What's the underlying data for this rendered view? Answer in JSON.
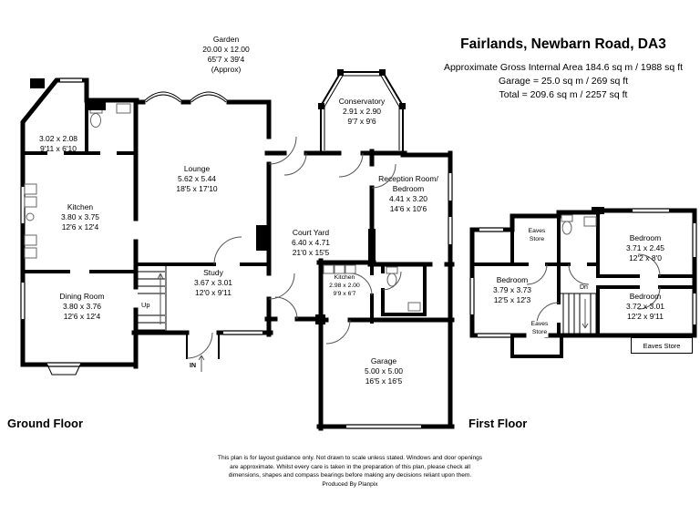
{
  "header": {
    "title": "Fairlands, Newbarn Road, DA3",
    "area_line1": "Approximate Gross Internal Area 184.6 sq m / 1988 sq ft",
    "area_line2": "Garage = 25.0 sq m / 269 sq ft",
    "area_line3": "Total = 209.6 sq m / 2257 sq ft"
  },
  "garden": {
    "name": "Garden",
    "dim_m": "20.00 x 12.00",
    "dim_ft": "65'7 x 39'4",
    "approx": "(Approx)"
  },
  "ground_floor": {
    "label": "Ground Floor",
    "rooms": {
      "store": {
        "dim_m": "3.02 x 2.08",
        "dim_ft": "9'11 x 6'10"
      },
      "kitchen": {
        "name": "Kitchen",
        "dim_m": "3.80 x 3.75",
        "dim_ft": "12'6 x 12'4"
      },
      "lounge": {
        "name": "Lounge",
        "dim_m": "5.62 x 5.44",
        "dim_ft": "18'5 x 17'10"
      },
      "conservatory": {
        "name": "Conservatory",
        "dim_m": "2.91 x 2.90",
        "dim_ft": "9'7 x 9'6"
      },
      "reception": {
        "name_line1": "Reception Room/",
        "name_line2": "Bedroom",
        "dim_m": "4.41 x 3.20",
        "dim_ft": "14'6 x 10'6"
      },
      "courtyard": {
        "name": "Court Yard",
        "dim_m": "6.40 x 4.71",
        "dim_ft": "21'0 x 15'5"
      },
      "study": {
        "name": "Study",
        "dim_m": "3.67 x 3.01",
        "dim_ft": "12'0 x 9'11"
      },
      "dining": {
        "name": "Dining Room",
        "dim_m": "3.80 x 3.76",
        "dim_ft": "12'6 x 12'4"
      },
      "kitchen_small": {
        "name": "Kitchen",
        "dim_m": "2.98 x 2.00",
        "dim_ft": "9'9 x 6'7"
      },
      "garage": {
        "name": "Garage",
        "dim_m": "5.00 x 5.00",
        "dim_ft": "16'5 x 16'5"
      }
    },
    "annotations": {
      "up": "Up",
      "in": "IN"
    }
  },
  "first_floor": {
    "label": "First Floor",
    "rooms": {
      "eaves_store_top": {
        "line1": "Eaves",
        "line2": "Store"
      },
      "bedroom_top_right": {
        "name": "Bedroom",
        "dim_m": "3.71 x 2.45",
        "dim_ft": "12'2 x 8'0"
      },
      "bedroom_left": {
        "name": "Bedroom",
        "dim_m": "3.79 x 3.73",
        "dim_ft": "12'5 x 12'3"
      },
      "bedroom_bottom_right": {
        "name": "Bedroom",
        "dim_m": "3.72 x 3.01",
        "dim_ft": "12'2 x 9'11"
      },
      "eaves_store_bottom_left": {
        "line1": "Eaves",
        "line2": "Store"
      },
      "eaves_store_bottom_right": {
        "name": "Eaves Store"
      }
    },
    "annotations": {
      "dn": "Dn"
    }
  },
  "footer": {
    "line1": "This plan is for layout guidance only. Not drawn to scale unless stated. Windows and door openings",
    "line2": "are approximate. Whilst every care is taken in the preparation of this plan, please check all",
    "line3": "dimensions, shapes and compass bearings before making any decisions reliant upon them.",
    "line4": "Produced By Planpix"
  }
}
